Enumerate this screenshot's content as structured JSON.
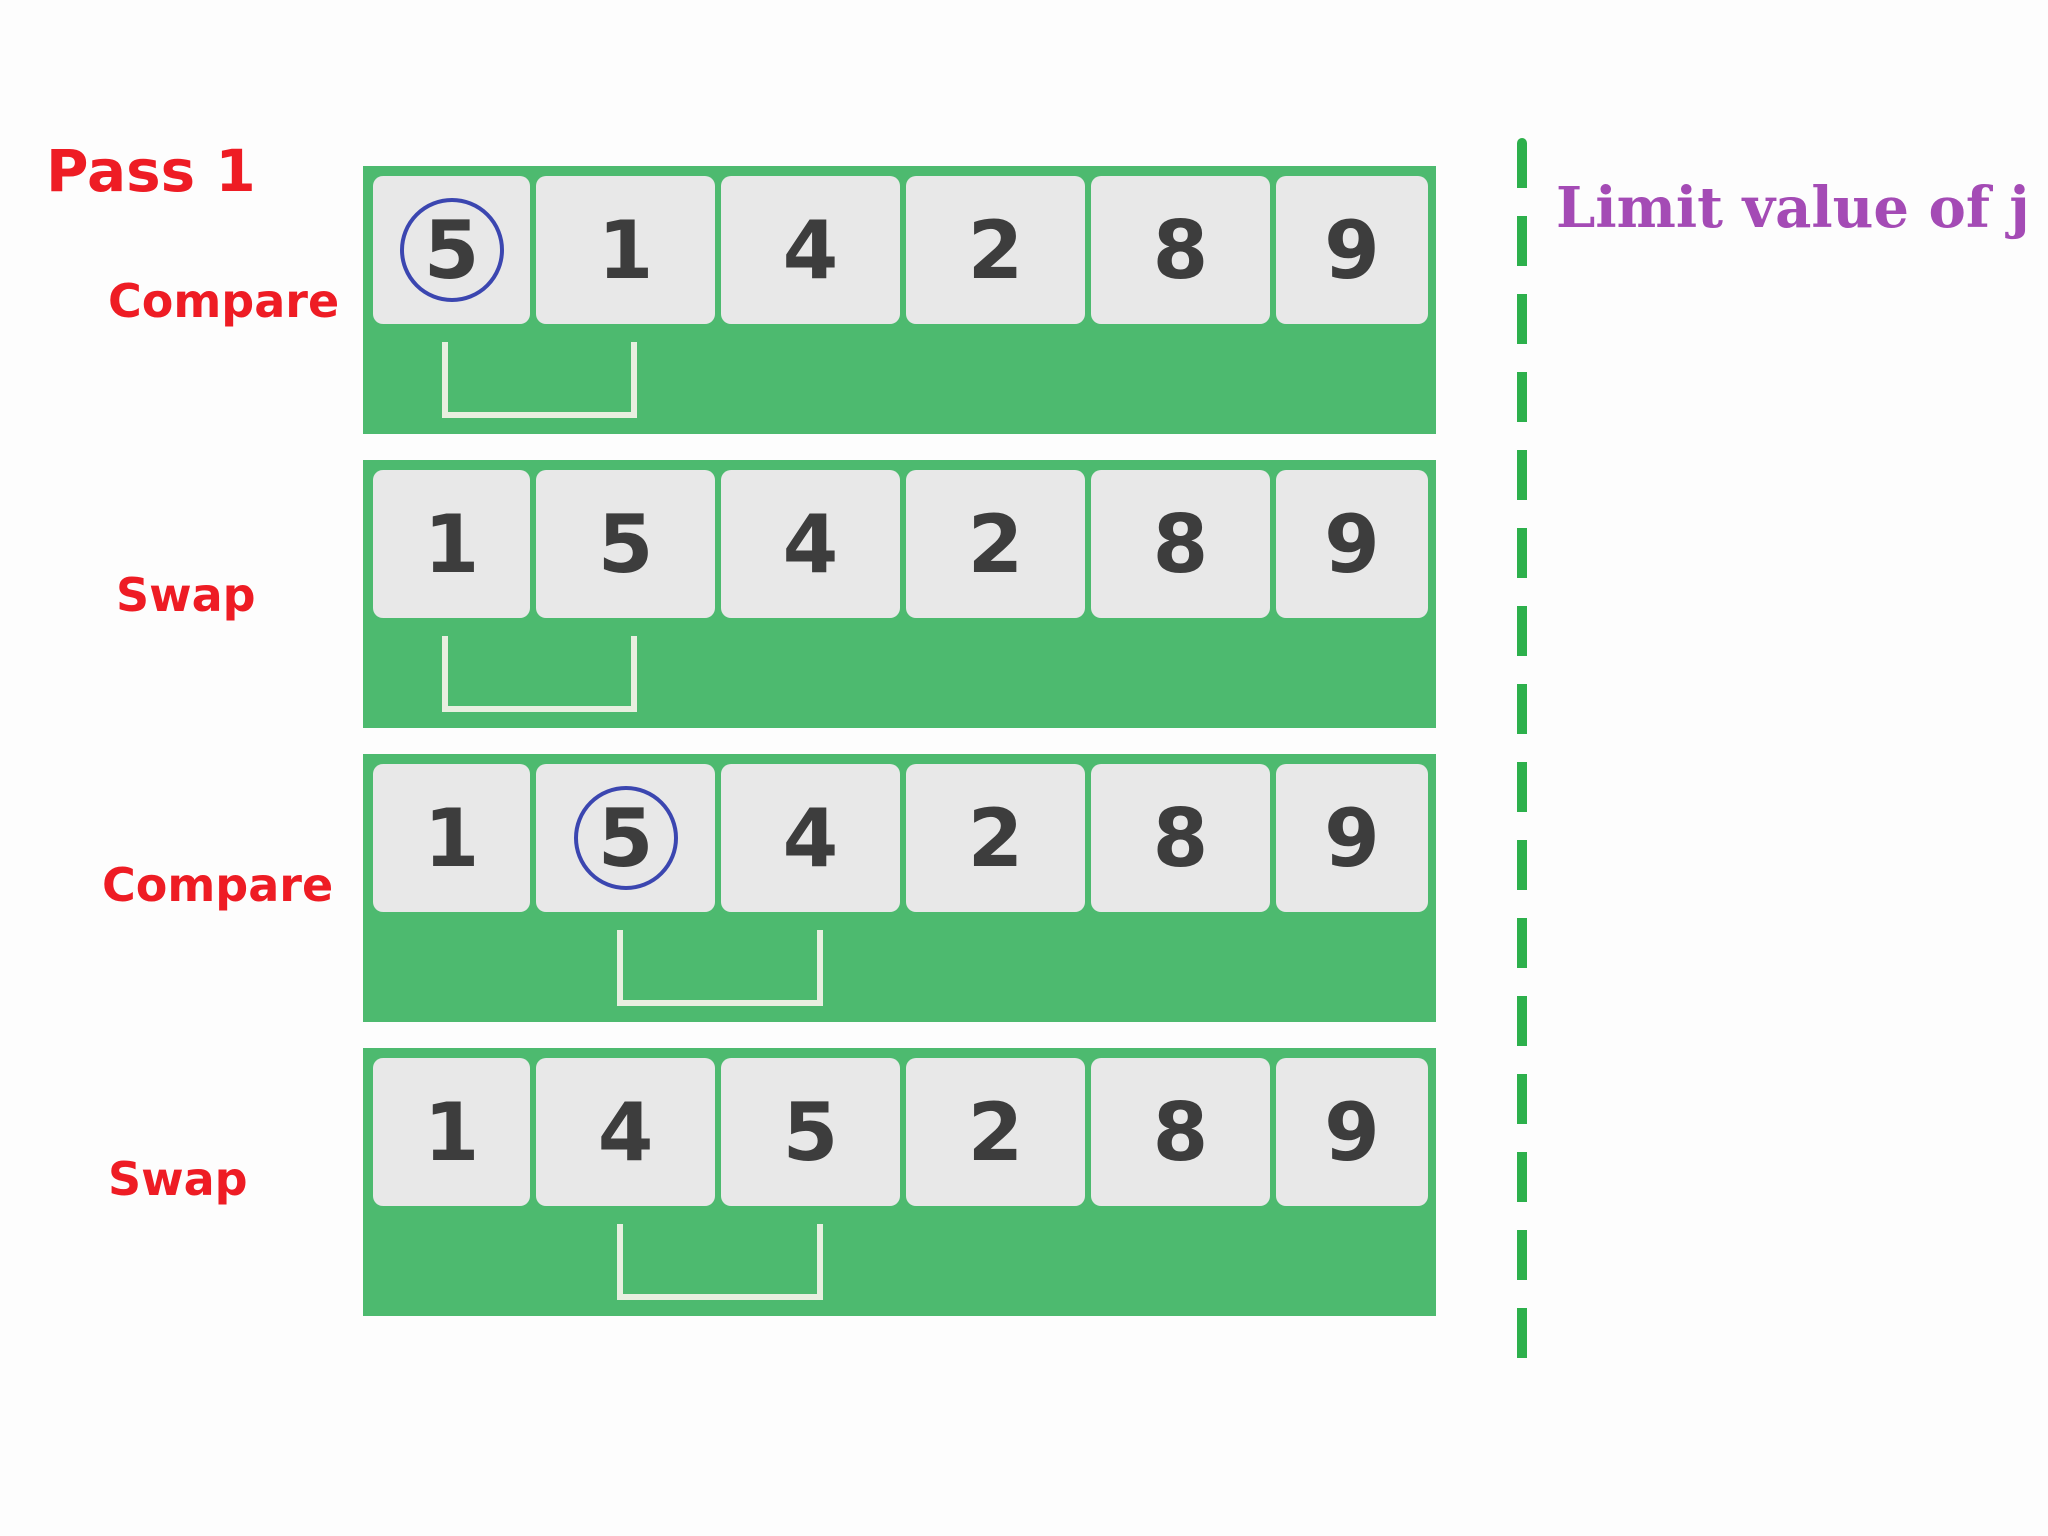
{
  "pass_title": "Pass 1",
  "limit_label": "Limit value of j",
  "colors": {
    "label_red": "#ee1c24",
    "row_green": "#4dba6f",
    "cell_gray": "#e8e8e8",
    "ring_blue": "#3b46b0",
    "limit_purple": "#a44bb5",
    "dash_green": "#2db04c"
  },
  "steps": [
    {
      "label": "Compare",
      "cells": [
        "5",
        "1",
        "4",
        "2",
        "8",
        "9"
      ],
      "circled_index": 0,
      "bracket_pair": [
        0,
        1
      ]
    },
    {
      "label": "Swap",
      "cells": [
        "1",
        "5",
        "4",
        "2",
        "8",
        "9"
      ],
      "circled_index": null,
      "bracket_pair": [
        0,
        1
      ]
    },
    {
      "label": "Compare",
      "cells": [
        "1",
        "5",
        "4",
        "2",
        "8",
        "9"
      ],
      "circled_index": 1,
      "bracket_pair": [
        1,
        2
      ]
    },
    {
      "label": "Swap",
      "cells": [
        "1",
        "4",
        "5",
        "2",
        "8",
        "9"
      ],
      "circled_index": null,
      "bracket_pair": [
        1,
        2
      ]
    }
  ]
}
